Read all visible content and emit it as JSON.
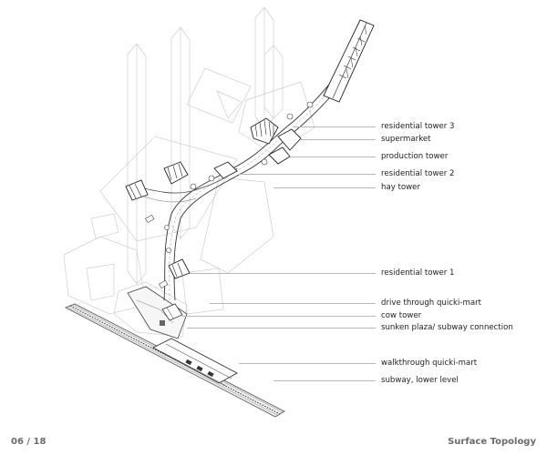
{
  "labels": {
    "residential_tower_3": "residential tower 3",
    "supermarket": "supermarket",
    "production_tower": "production tower",
    "residential_tower_2": "residential tower 2",
    "hay_tower": "hay tower",
    "residential_tower_1": "residential tower 1",
    "drive_through_quicki_mart": "drive through quicki-mart",
    "cow_tower": "cow tower",
    "sunken_plaza": "sunken plaza/ subway connection",
    "walkthrough_quicki_mart": "walkthrough quicki-mart",
    "subway_lower_level": "subway, lower level"
  },
  "footer": {
    "page_number": "06 / 18",
    "sheet_title": "Surface Topology"
  }
}
